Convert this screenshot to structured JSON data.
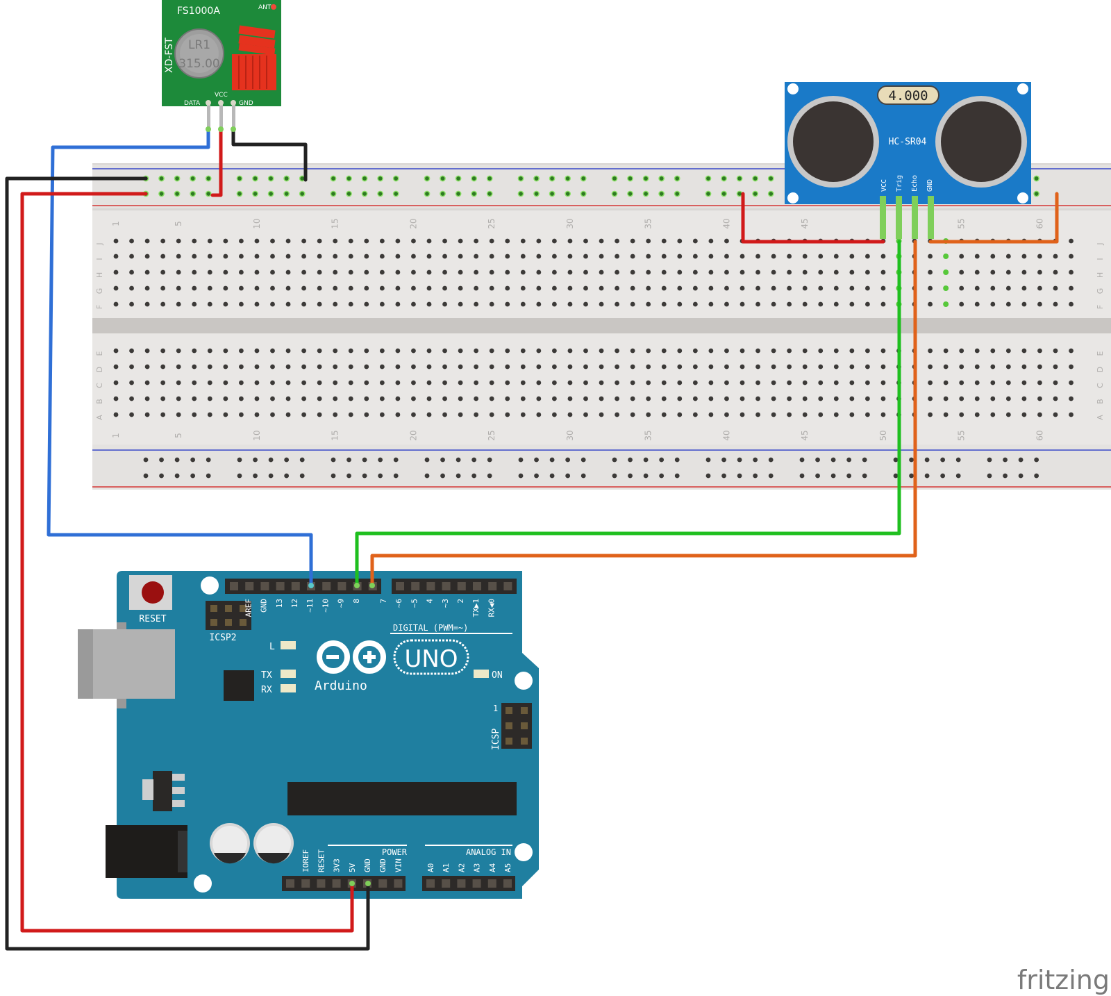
{
  "rf_module": {
    "model": "FS1000A",
    "side_label": "XD-FST",
    "crystal_top": "LR1",
    "crystal_bottom": "315.00",
    "ant_label": "ANT",
    "pins": [
      "DATA",
      "VCC",
      "GND"
    ]
  },
  "sensor": {
    "model": "HC-SR04",
    "crystal": "4.000",
    "pins": [
      "VCC",
      "Trig",
      "Echo",
      "GND"
    ]
  },
  "breadboard": {
    "row_letters_top": [
      "J",
      "I",
      "H",
      "G",
      "F"
    ],
    "row_letters_bottom": [
      "E",
      "D",
      "C",
      "B",
      "A"
    ],
    "col_numbers": [
      "1",
      "5",
      "10",
      "15",
      "20",
      "25",
      "30",
      "35",
      "40",
      "45",
      "50",
      "55",
      "60"
    ]
  },
  "arduino": {
    "reset": "RESET",
    "icsp2": "ICSP2",
    "icsp": "ICSP",
    "icsp_pin1": "1",
    "brand": "Arduino",
    "model": "UNO",
    "led_l": "L",
    "led_tx": "TX",
    "led_rx": "RX",
    "led_on": "ON",
    "digital_label": "DIGITAL (PWM=~)",
    "digital_pins": [
      "AREF",
      "GND",
      "13",
      "12",
      "~11",
      "~10",
      "~9",
      "8",
      "7",
      "~6",
      "~5",
      "4",
      "~3",
      "2",
      "TX▶1",
      "RX◀0"
    ],
    "power_label": "POWER",
    "power_pins": [
      "IOREF",
      "RESET",
      "3V3",
      "5V",
      "GND",
      "GND",
      "VIN"
    ],
    "analog_label": "ANALOG IN",
    "analog_pins": [
      "A0",
      "A1",
      "A2",
      "A3",
      "A4",
      "A5"
    ]
  },
  "colors": {
    "wire_blue": "#2f6fd6",
    "wire_red": "#d11a1a",
    "wire_black": "#222222",
    "wire_green": "#1fbf1f",
    "wire_orange": "#e0621a",
    "board": "#1f7fa0",
    "pcb_green": "#1d8a3a",
    "sensor_blue": "#1a7ac8"
  },
  "watermark": "fritzing"
}
